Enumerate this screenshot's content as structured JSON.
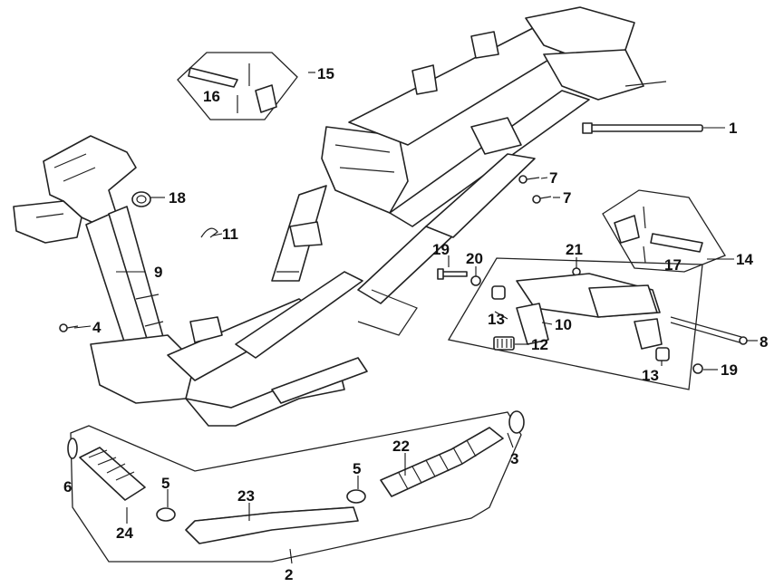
{
  "diagram": {
    "callouts": {
      "c1": "1",
      "c2": "2",
      "c3": "3",
      "c4": "4",
      "c5a": "5",
      "c5b": "5",
      "c6": "6",
      "c7a": "7",
      "c7b": "7",
      "c8": "8",
      "c9": "9",
      "c10": "10",
      "c11": "11",
      "c12": "12",
      "c13a": "13",
      "c13b": "13",
      "c14": "14",
      "c15": "15",
      "c16": "16",
      "c17": "17",
      "c18": "18",
      "c19a": "19",
      "c19b": "19",
      "c20": "20",
      "c21": "21",
      "c22": "22",
      "c23": "23",
      "c24": "24"
    }
  }
}
